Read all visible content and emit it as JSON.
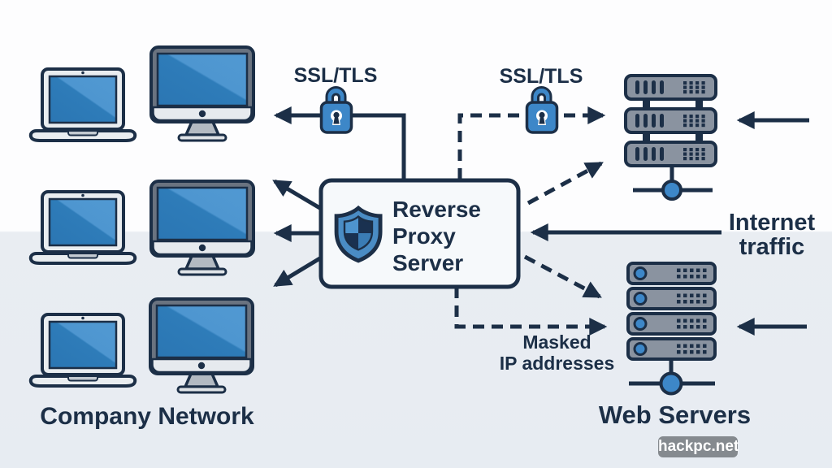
{
  "diagram": {
    "company_network": {
      "label": "Company Network",
      "client_rows": 3,
      "devices_per_row": [
        "laptop",
        "desktop-monitor"
      ]
    },
    "proxy_box": {
      "line1": "Reverse",
      "line2": "Proxy",
      "line3": "Server"
    },
    "web_servers": {
      "label": "Web Servers",
      "racks": [
        {
          "units": 3
        },
        {
          "units": 4
        }
      ]
    },
    "ssl_tls_left": {
      "label": "SSL/TLS"
    },
    "ssl_tls_right": {
      "label": "SSL/TLS"
    },
    "internet_traffic": {
      "line1": "Internet",
      "line2": "traffic"
    },
    "masked_ip": {
      "line1": "Masked",
      "line2": "IP addresses"
    }
  },
  "watermark": {
    "label": "hackpc.net"
  },
  "icons": {
    "clients": [
      "laptop-icon",
      "desktop-monitor-icon"
    ],
    "proxy": "shield-icon",
    "encryption": "padlock-icon",
    "servers": "server-rack-icon",
    "network": "network-node-icon"
  },
  "colors": {
    "ink_navy": "#1c2f47",
    "screen_blue": "#2e7cb9",
    "screen_blue_light": "#4e96d0",
    "accent_blue": "#3d87c8",
    "server_gray": "#8a93a0",
    "device_light_gray": "#e9edf0",
    "panel_fill": "#f6f9fb",
    "background_top": "#fdfdfe",
    "background_bottom": "#e9edf2",
    "watermark_bg": "#84888e"
  }
}
